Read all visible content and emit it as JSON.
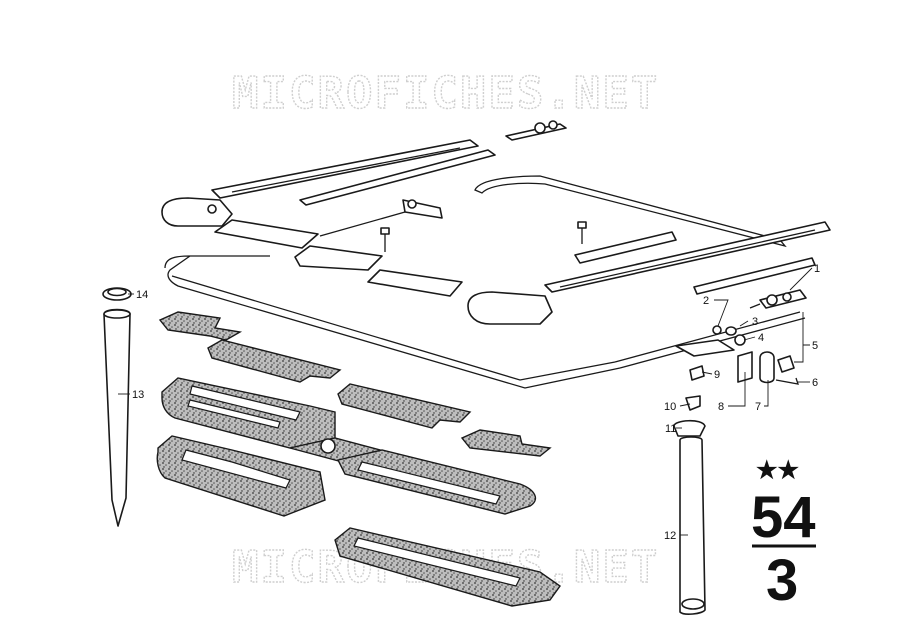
{
  "watermarks": [
    "MICROFICHES.NET",
    "MICROFICHES.NET"
  ],
  "callouts": [
    {
      "id": "1",
      "label": "1"
    },
    {
      "id": "2",
      "label": "2"
    },
    {
      "id": "3",
      "label": "3"
    },
    {
      "id": "4",
      "label": "4"
    },
    {
      "id": "5",
      "label": "5"
    },
    {
      "id": "6",
      "label": "6"
    },
    {
      "id": "7",
      "label": "7"
    },
    {
      "id": "8",
      "label": "8"
    },
    {
      "id": "9",
      "label": "9"
    },
    {
      "id": "10",
      "label": "10"
    },
    {
      "id": "11",
      "label": "11"
    },
    {
      "id": "12",
      "label": "12"
    },
    {
      "id": "13",
      "label": "13"
    },
    {
      "id": "14",
      "label": "14"
    }
  ],
  "group_badge": {
    "stars": "★★",
    "group": "54",
    "subgroup": "3"
  }
}
